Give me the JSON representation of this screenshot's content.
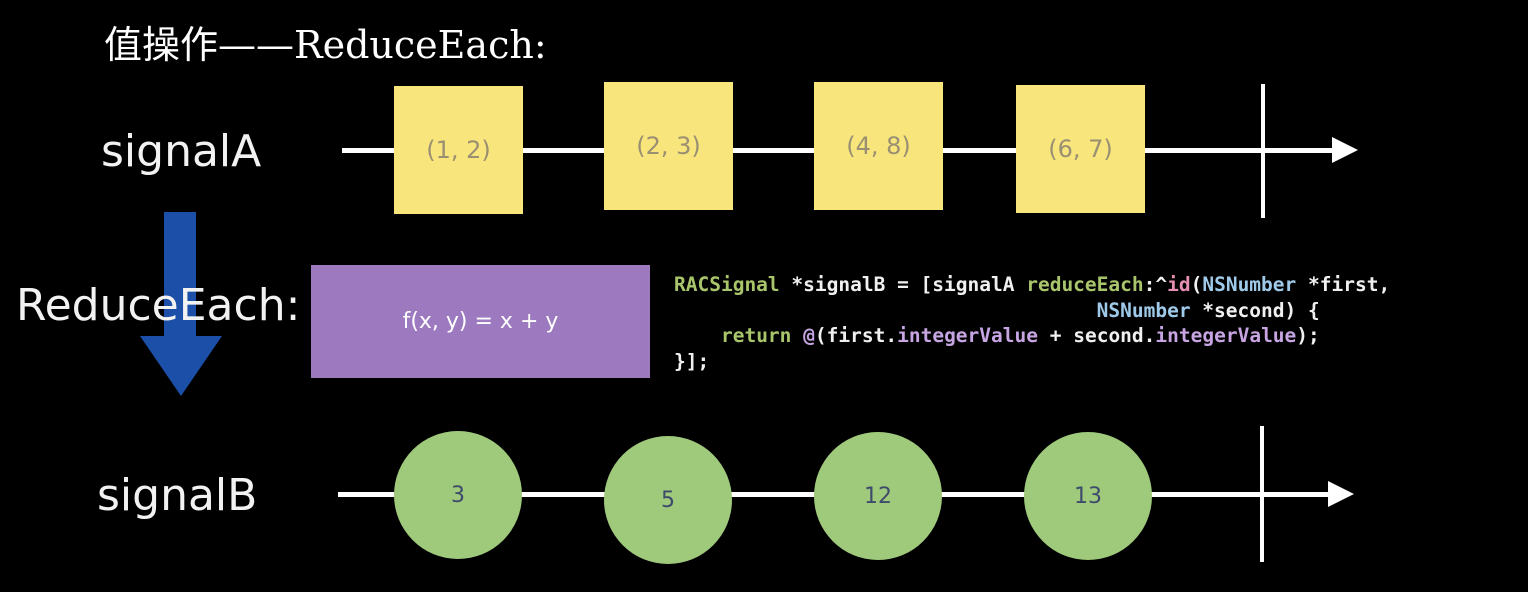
{
  "title": "值操作——ReduceEach:",
  "colors": {
    "background": "#000000",
    "box_yellow": "#f8e67c",
    "circle_green": "#9fc97b",
    "function_purple": "#9d79bf",
    "down_arrow_blue": "#1c4fa8"
  },
  "signalA": {
    "label": "signalA",
    "values": [
      "(1,  2)",
      "(2, 3)",
      "(4,  8)",
      "(6,  7)"
    ]
  },
  "operator": {
    "label": "ReduceEach:",
    "function_text": "f(x, y) = x + y"
  },
  "code": {
    "l1_type": "RACSignal",
    "l1_decl": " *signalB = [signalA ",
    "l1_method": "reduceEach",
    "l1_block": ":^",
    "l1_id": "id",
    "l1_paren": "(",
    "l1_ns": "NSNumber",
    "l1_arg": " *first,",
    "l2_indent": "                                    ",
    "l2_ns": "NSNumber",
    "l2_arg": " *second) {",
    "l3_indent": "    ",
    "l3_return": "return",
    "l3_sp": " ",
    "l3_at": "@",
    "l3_open": "(first.",
    "l3_iv1": "integerValue",
    "l3_mid": " + second.",
    "l3_iv2": "integerValue",
    "l3_close": ");",
    "l4": "}];"
  },
  "signalB": {
    "label": "signalB",
    "values": [
      "3",
      "5",
      "12",
      "13"
    ]
  }
}
